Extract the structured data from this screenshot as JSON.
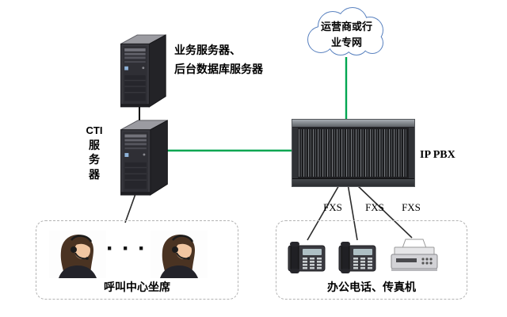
{
  "nodes": {
    "business_server": {
      "label_line1": "业务服务器、",
      "label_line2": "后台数据库服务器"
    },
    "cti_server": {
      "label_en": "CTI",
      "label_chars": [
        "服",
        "务",
        "器"
      ]
    },
    "cloud": {
      "label_line1": "运营商或行",
      "label_line2": "业专网"
    },
    "ippbx": {
      "label": "IP PBX"
    },
    "fxs_labels": [
      "FXS",
      "FXS",
      "FXS"
    ],
    "callcenter": {
      "label": "呼叫中心坐席",
      "dots": "···"
    },
    "office": {
      "label": "办公电话、传真机"
    }
  },
  "colors": {
    "line_green": "#00A651",
    "line_dark": "#2b2b2b",
    "cloud_stroke": "#5b83c0",
    "box_border": "#b3b3b3"
  }
}
